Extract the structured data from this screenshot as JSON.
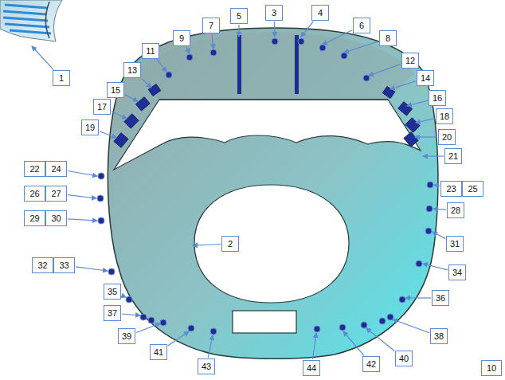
{
  "diagram": {
    "labels": [
      "1",
      "2",
      "3",
      "4",
      "5",
      "6",
      "7",
      "8",
      "9",
      "10",
      "11",
      "12",
      "13",
      "14",
      "15",
      "16",
      "17",
      "18",
      "19",
      "20",
      "21",
      "22",
      "23",
      "24",
      "25",
      "26",
      "27",
      "28",
      "29",
      "30",
      "31",
      "32",
      "33",
      "34",
      "35",
      "36",
      "37",
      "38",
      "39",
      "40",
      "41",
      "42",
      "43",
      "44"
    ]
  }
}
